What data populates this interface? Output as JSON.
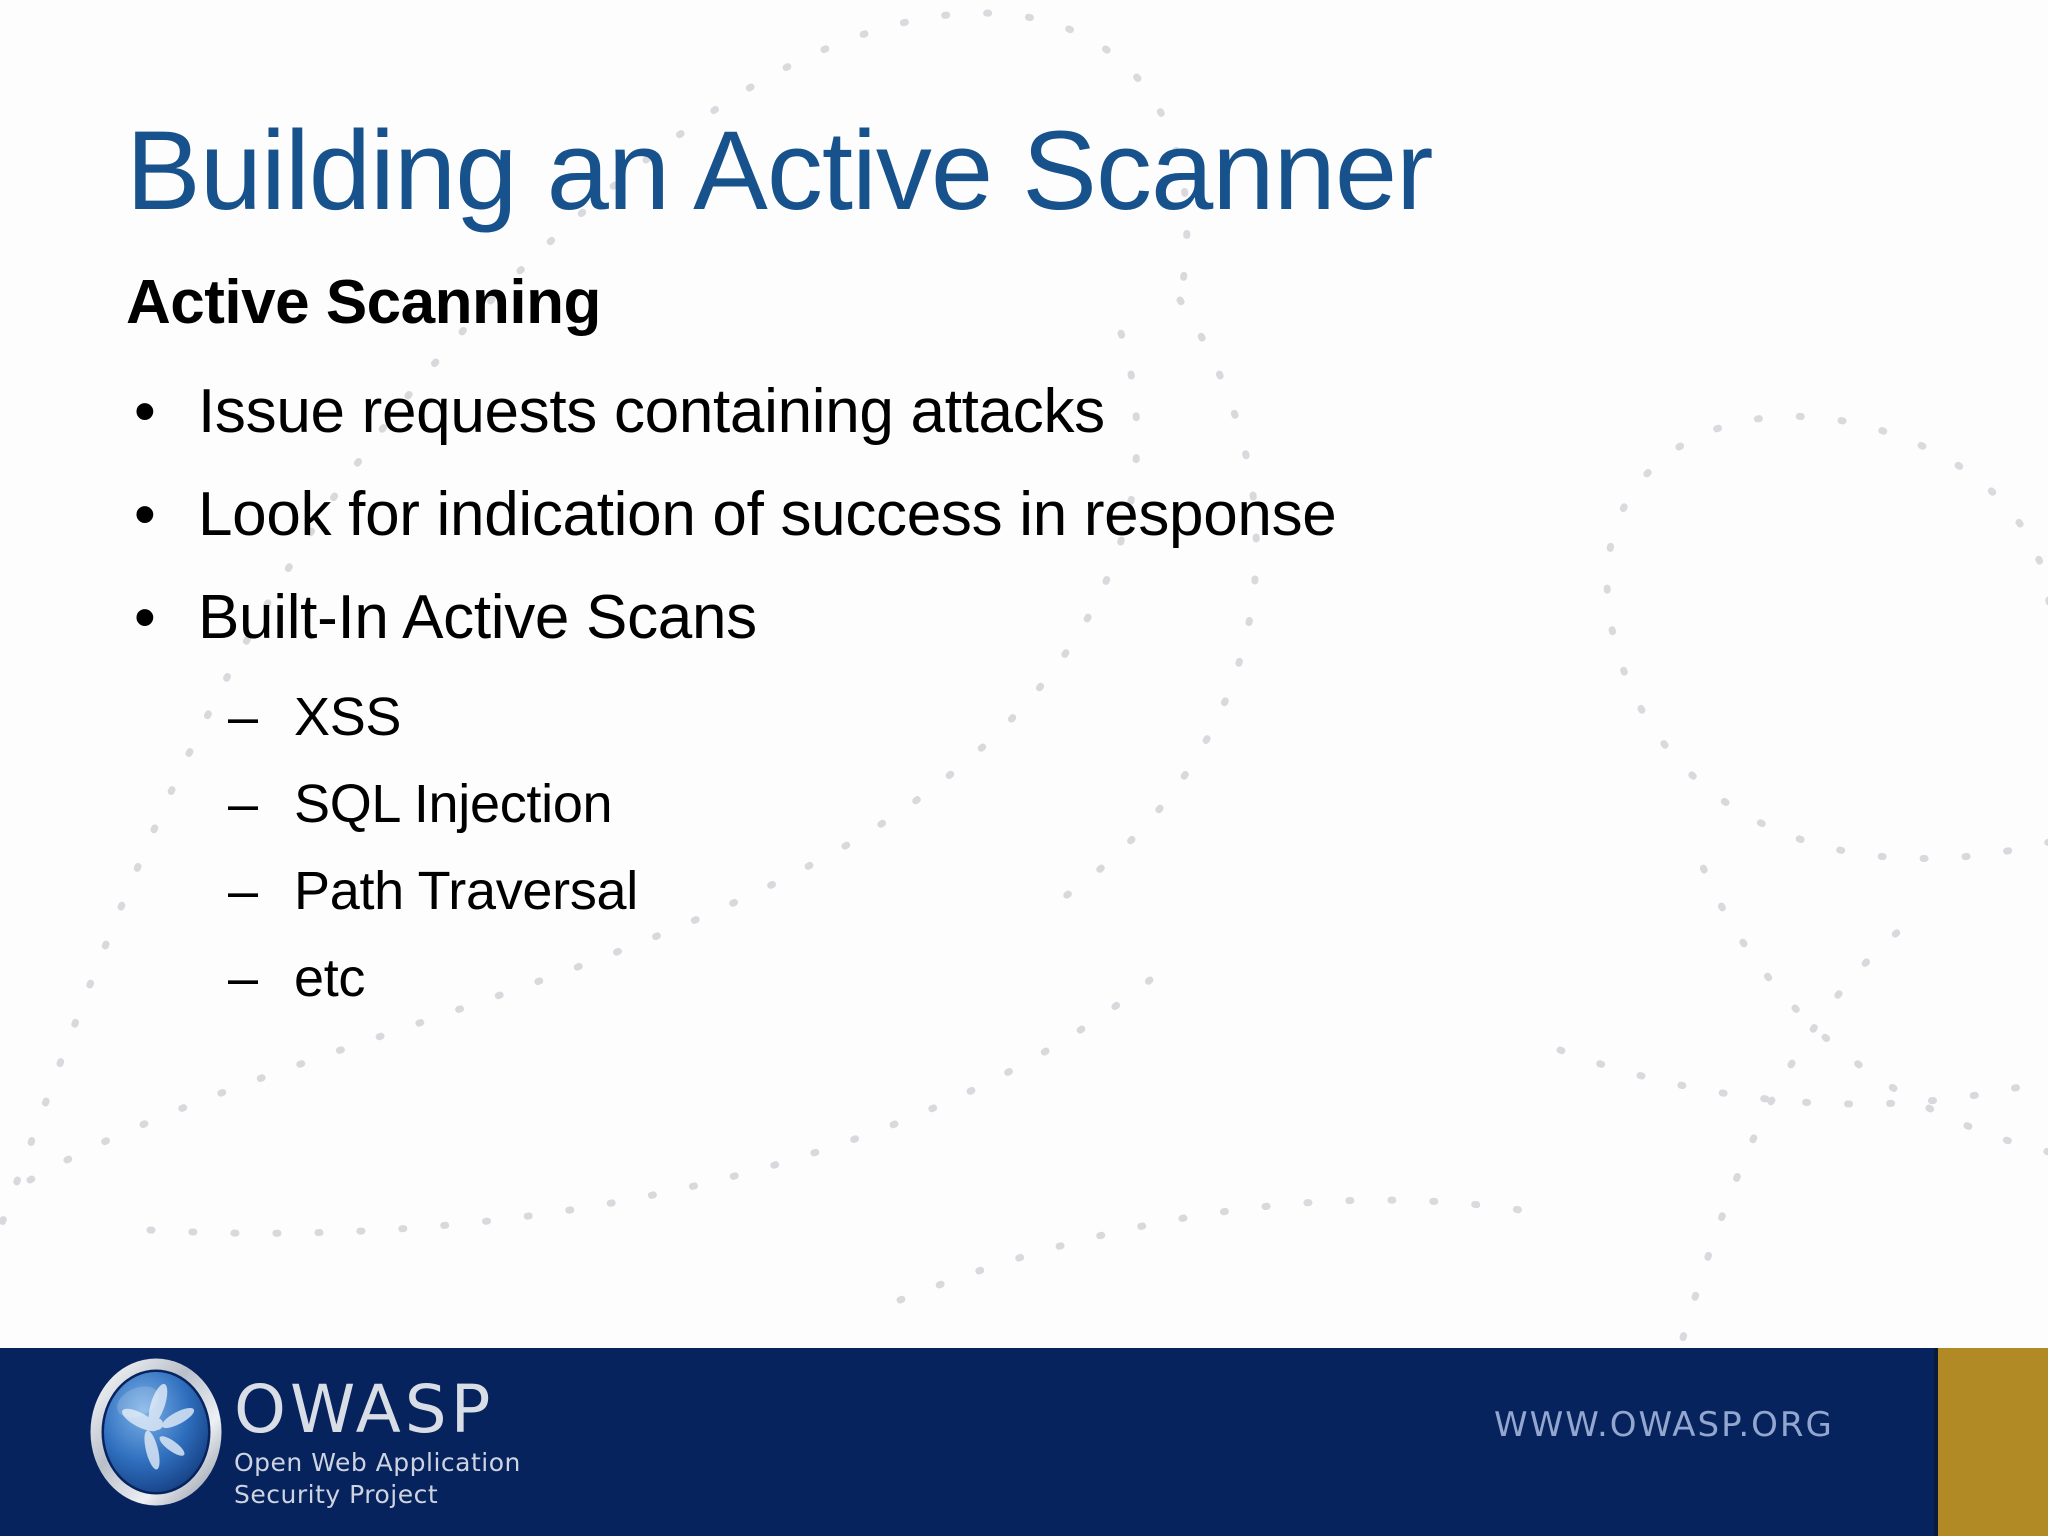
{
  "slide": {
    "title": "Building an Active Scanner",
    "subheading": "Active Scanning",
    "bullets": [
      {
        "marker": "•",
        "text": "Issue requests containing attacks"
      },
      {
        "marker": "•",
        "text": "Look for indication of success in response"
      },
      {
        "marker": "•",
        "text": "Built-In Active Scans"
      }
    ],
    "sub_bullets": [
      {
        "marker": "–",
        "text": "XSS"
      },
      {
        "marker": "–",
        "text": "SQL Injection"
      },
      {
        "marker": "–",
        "text": "Path Traversal"
      },
      {
        "marker": "–",
        "text": "etc"
      }
    ]
  },
  "footer": {
    "logo_word": "OWASP",
    "logo_tagline_line1": "Open Web Application",
    "logo_tagline_line2": "Security Project",
    "url": "WWW.OWASP.ORG"
  },
  "colors": {
    "title_blue": "#17528c",
    "footer_navy": "#06235e",
    "footer_gold": "#b18a25",
    "url_blue": "#93a6cf",
    "body_black": "#000000",
    "slide_background": "#fdfdfd"
  }
}
